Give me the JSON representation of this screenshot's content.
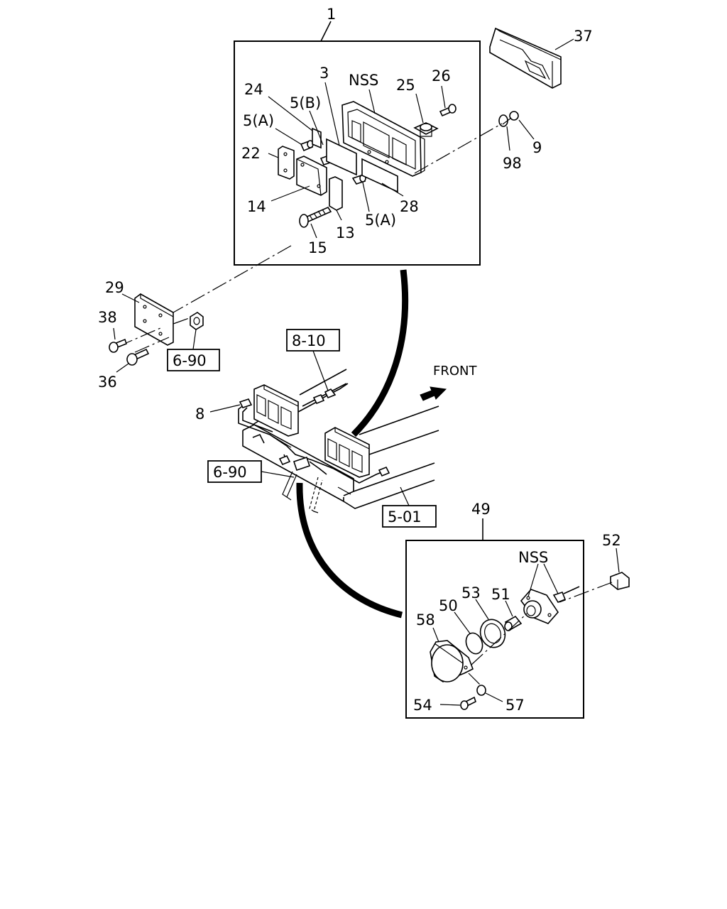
{
  "labels": {
    "l1": "1",
    "l3": "3",
    "nss_top": "NSS",
    "l24": "24",
    "l5b": "5(B)",
    "l25": "25",
    "l26": "26",
    "l37": "37",
    "l5a_top": "5(A)",
    "l22": "22",
    "l9": "9",
    "l98": "98",
    "l28": "28",
    "l14": "14",
    "l5a_bottom": "5(A)",
    "l13": "13",
    "l15": "15",
    "l29": "29",
    "l38": "38",
    "l36": "36",
    "front": "FRONT",
    "l8": "8",
    "l49": "49",
    "l52": "52",
    "nss_bottom": "NSS",
    "l53": "53",
    "l51": "51",
    "l50": "50",
    "l58": "58",
    "l54": "54",
    "l57": "57"
  },
  "refs": {
    "r810": "8-10",
    "r690_a": "6-90",
    "r690_b": "6-90",
    "r501": "5-01"
  }
}
